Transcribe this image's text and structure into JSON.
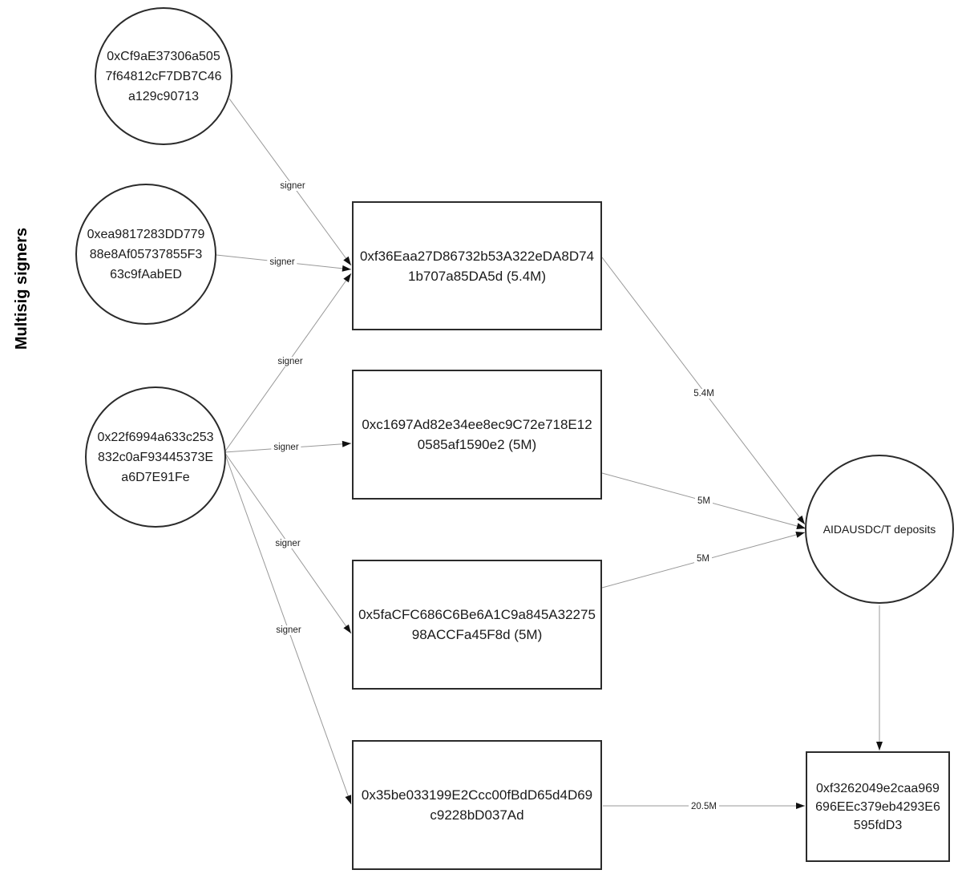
{
  "diagram": {
    "side_label": "Multisig signers"
  },
  "nodes": {
    "signer_a": {
      "shape": "circle",
      "lines": [
        "0xCf9aE37306a505",
        "7f64812cF7DB7C46",
        "a129c90713"
      ]
    },
    "signer_b": {
      "shape": "circle",
      "lines": [
        "0xea9817283DD779",
        "88e8Af05737855F3",
        "63c9fAabED"
      ]
    },
    "signer_c": {
      "shape": "circle",
      "lines": [
        "0x22f6994a633c253",
        "832c0aF93445373E",
        "a6D7E91Fe"
      ]
    },
    "wallet_1": {
      "shape": "rect",
      "lines": [
        "0xf36Eaa27D86732b53A322eDA8D74",
        "1b707a85DA5d (5.4M)"
      ]
    },
    "wallet_2": {
      "shape": "rect",
      "lines": [
        "0xc1697Ad82e34ee8ec9C72e718E12",
        "0585af1590e2 (5M)"
      ]
    },
    "wallet_3": {
      "shape": "rect",
      "lines": [
        "0x5faCFC686C6Be6A1C9a845A32275",
        "98ACCFa45F8d (5M)"
      ]
    },
    "wallet_4": {
      "shape": "rect",
      "lines": [
        "0x35be033199E2Ccc00fBdD65d4D69",
        "c9228bD037Ad"
      ]
    },
    "deposits": {
      "shape": "circle",
      "lines": [
        "AIDAUSDC/T deposits"
      ]
    },
    "destination": {
      "shape": "rect",
      "lines": [
        "0xf3262049e2caa969",
        "696EEc379eb4293E6",
        "595fdD3"
      ]
    }
  },
  "edges": [
    {
      "from": "signer_a",
      "to": "wallet_1",
      "label": "signer"
    },
    {
      "from": "signer_b",
      "to": "wallet_1",
      "label": "signer"
    },
    {
      "from": "signer_c",
      "to": "wallet_1",
      "label": "signer"
    },
    {
      "from": "signer_c",
      "to": "wallet_2",
      "label": "signer"
    },
    {
      "from": "signer_c",
      "to": "wallet_3",
      "label": "signer"
    },
    {
      "from": "signer_c",
      "to": "wallet_4",
      "label": "signer"
    },
    {
      "from": "wallet_1",
      "to": "deposits",
      "label": "5.4M"
    },
    {
      "from": "wallet_2",
      "to": "deposits",
      "label": "5M"
    },
    {
      "from": "wallet_3",
      "to": "deposits",
      "label": "5M"
    },
    {
      "from": "wallet_4",
      "to": "destination",
      "label": "20.5M"
    },
    {
      "from": "deposits",
      "to": "destination",
      "label": ""
    }
  ],
  "colors": {
    "background": "#ffffff",
    "node_border": "#2b2b2b",
    "edge_line": "#999999",
    "arrowhead": "#111111",
    "text": "#1a1a1a"
  }
}
